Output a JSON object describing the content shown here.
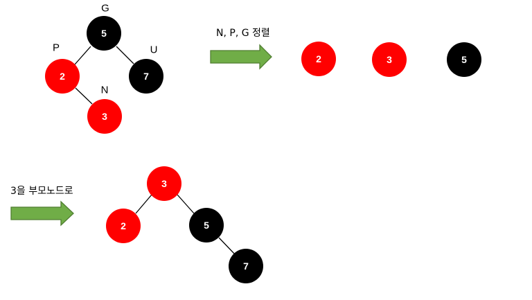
{
  "colors": {
    "red_node": "#ff0000",
    "black_node": "#000000",
    "node_text": "#ffffff",
    "arrow_fill": "#70ad47",
    "arrow_stroke": "#507e32"
  },
  "initial_tree": {
    "nodes": {
      "g": {
        "value": "5",
        "color": "black",
        "role": "G"
      },
      "p": {
        "value": "2",
        "color": "red",
        "role": "P"
      },
      "u": {
        "value": "7",
        "color": "black",
        "role": "U"
      },
      "n": {
        "value": "3",
        "color": "red",
        "role": "N"
      }
    },
    "edges": [
      [
        "g",
        "p"
      ],
      [
        "g",
        "u"
      ],
      [
        "p",
        "n"
      ]
    ]
  },
  "step1": {
    "caption": "N, P, G 정렬",
    "sorted_nodes": [
      {
        "value": "2",
        "color": "red"
      },
      {
        "value": "3",
        "color": "red"
      },
      {
        "value": "5",
        "color": "black"
      }
    ]
  },
  "step2": {
    "caption": "3을 부모노드로",
    "result_tree": {
      "nodes": {
        "root": {
          "value": "3",
          "color": "red"
        },
        "left": {
          "value": "2",
          "color": "red"
        },
        "right": {
          "value": "5",
          "color": "black"
        },
        "right_right": {
          "value": "7",
          "color": "black"
        }
      },
      "edges": [
        [
          "root",
          "left"
        ],
        [
          "root",
          "right"
        ],
        [
          "right",
          "right_right"
        ]
      ]
    }
  }
}
